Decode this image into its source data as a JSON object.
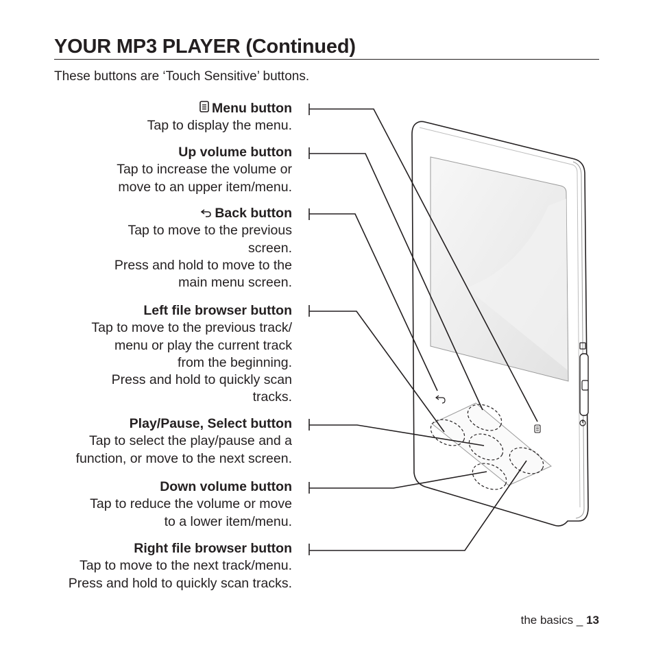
{
  "page": {
    "title": "YOUR MP3 PLAYER (Continued)",
    "intro": "These buttons are ‘Touch Sensitive’ buttons."
  },
  "buttons": [
    {
      "icon": "menu-icon",
      "name": "Menu button",
      "lines": [
        "Tap to display the menu."
      ]
    },
    {
      "icon": "",
      "name": "Up volume button",
      "lines": [
        "Tap to increase the volume or",
        "move to an upper item/menu."
      ]
    },
    {
      "icon": "back-icon",
      "name": "Back button",
      "lines": [
        "Tap to move to the previous",
        "screen.",
        "Press and hold to move to the",
        "main menu screen."
      ]
    },
    {
      "icon": "",
      "name": "Left file browser button",
      "lines": [
        "Tap to move to the previous track/",
        "menu or play the current track",
        "from the beginning.",
        "Press and hold to quickly scan",
        "tracks."
      ]
    },
    {
      "icon": "",
      "name": "Play/Pause, Select button",
      "lines": [
        "Tap to select the play/pause and a",
        "function, or move to the next screen."
      ]
    },
    {
      "icon": "",
      "name": "Down volume button",
      "lines": [
        "Tap to reduce the volume or move",
        "to a lower item/menu."
      ]
    },
    {
      "icon": "",
      "name": "Right file browser button",
      "lines": [
        "Tap to move to the next track/menu.",
        "Press and hold to quickly scan tracks."
      ]
    }
  ],
  "footer": {
    "section": "the basics _",
    "page_number": "13"
  }
}
